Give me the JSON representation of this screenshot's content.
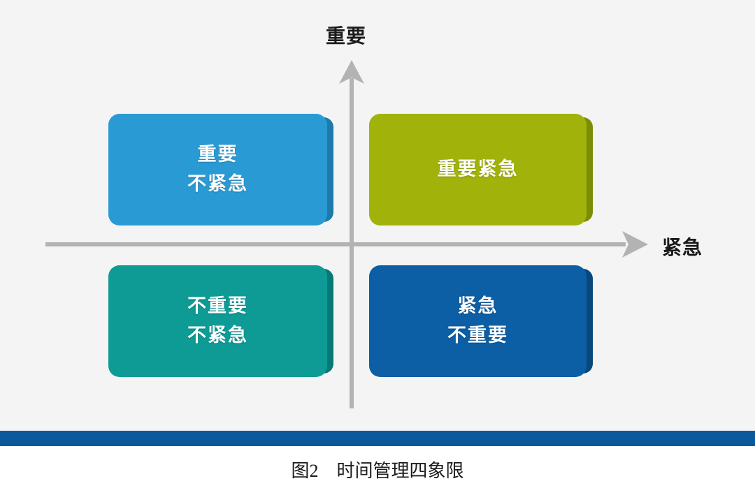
{
  "figure": {
    "background_color": "#f4f4f4",
    "caption": "图2　时间管理四象限",
    "axes": {
      "y_label": "重要",
      "x_label": "紧急",
      "line_color": "#b3b3b3"
    },
    "quadrants": [
      {
        "id": "important-not-urgent",
        "position": "top-left",
        "lines": [
          "重要",
          "不紧急"
        ],
        "fill_color": "#2a9ad4",
        "bevel_color": "#1d7aab",
        "text_color": "#ffffff"
      },
      {
        "id": "important-urgent",
        "position": "top-right",
        "lines": [
          "重要紧急"
        ],
        "fill_color": "#a1b30a",
        "bevel_color": "#7d8c05",
        "text_color": "#ffffff"
      },
      {
        "id": "not-important-not-urgent",
        "position": "bottom-left",
        "lines": [
          "不重要",
          "不紧急"
        ],
        "fill_color": "#0e9b96",
        "bevel_color": "#077a76",
        "text_color": "#ffffff"
      },
      {
        "id": "urgent-not-important",
        "position": "bottom-right",
        "lines": [
          "紧急",
          "不重要"
        ],
        "fill_color": "#0c5fa5",
        "bevel_color": "#08487c",
        "text_color": "#ffffff"
      }
    ],
    "rule": {
      "color": "#0a599c"
    }
  }
}
